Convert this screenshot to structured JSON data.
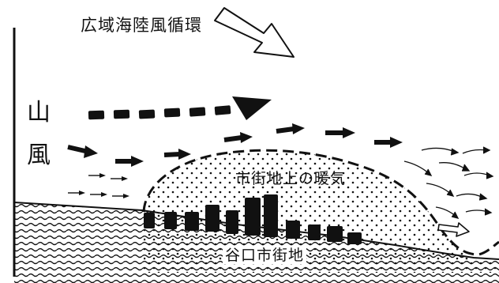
{
  "labels": {
    "title": "広域海陸風循環",
    "mountain_char_1": "山",
    "mountain_char_2": "風",
    "warm_air": "市街地上の暖気",
    "valley_city": "谷口市街地"
  }
}
